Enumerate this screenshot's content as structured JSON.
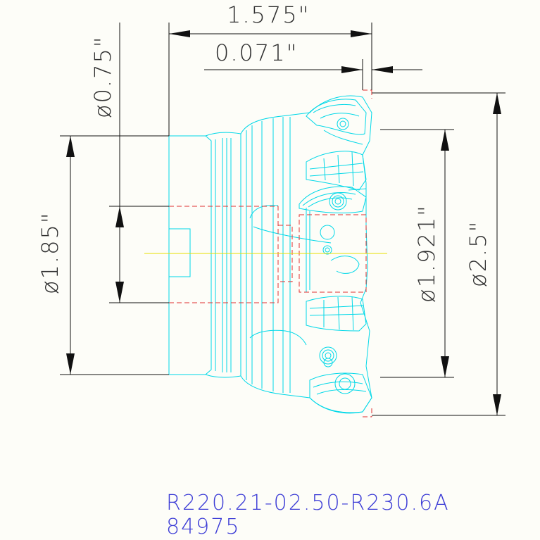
{
  "dimensions": {
    "overall_length": "1.575\"",
    "edge_offset": "0.071\"",
    "shank_diameter": "ø0.75\"",
    "body_diameter": "ø1.85\"",
    "pitch_diameter": "ø1.921\"",
    "cutting_diameter": "ø2.5\""
  },
  "part": {
    "number": "R220.21-02.50-R230.6A",
    "id": "84975"
  },
  "colors": {
    "background": "#fdfdf8",
    "dimension_lines": "#1a1a1a",
    "part_outline": "#00d8e8",
    "hidden_lines": "#e03030",
    "centerline": "#e8e000",
    "part_number_text": "#3d3dd6"
  }
}
